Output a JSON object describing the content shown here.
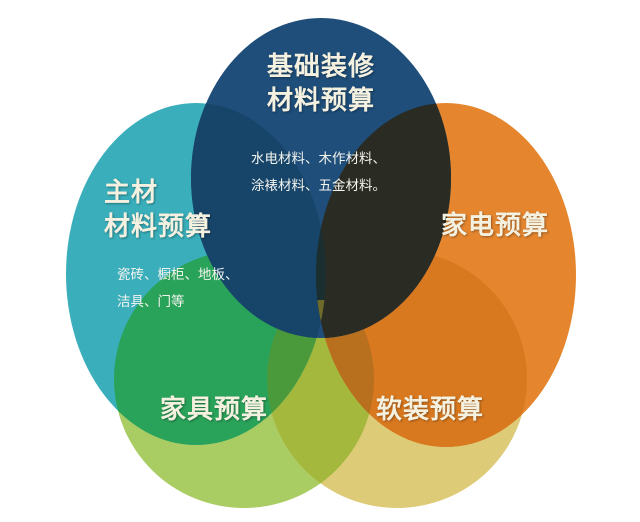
{
  "diagram": {
    "type": "five-circle overlapping venn",
    "circles": [
      {
        "id": "basic",
        "title_lines": [
          "基础装修",
          "材料预算"
        ],
        "detail_lines": [
          "水电材料、木作材料、",
          "涂裱材料、五金材料。"
        ],
        "color": "#1f4e7a"
      },
      {
        "id": "main-materials",
        "title_lines": [
          "主材",
          "材料预算"
        ],
        "detail_lines": [
          "瓷砖、橱柜、地板、",
          "洁具、门等"
        ],
        "color": "#3aafbb"
      },
      {
        "id": "appliances",
        "title_lines": [
          "家电预算"
        ],
        "detail_lines": [],
        "color": "#e5862f"
      },
      {
        "id": "furniture",
        "title_lines": [
          "家具预算"
        ],
        "detail_lines": [],
        "color": "#a9cc63"
      },
      {
        "id": "soft-furnishing",
        "title_lines": [
          "软装预算"
        ],
        "detail_lines": [],
        "color": "#ddcb78"
      }
    ],
    "overlap_colors": {
      "basic_main": "#17456a",
      "basic_appliances": "#2a2b23",
      "main_furniture": "#2aa35a",
      "appliances_soft": "#d9791f",
      "furniture_soft": "#a3b83c",
      "main_appliances_center": "#1c3a3a"
    }
  }
}
